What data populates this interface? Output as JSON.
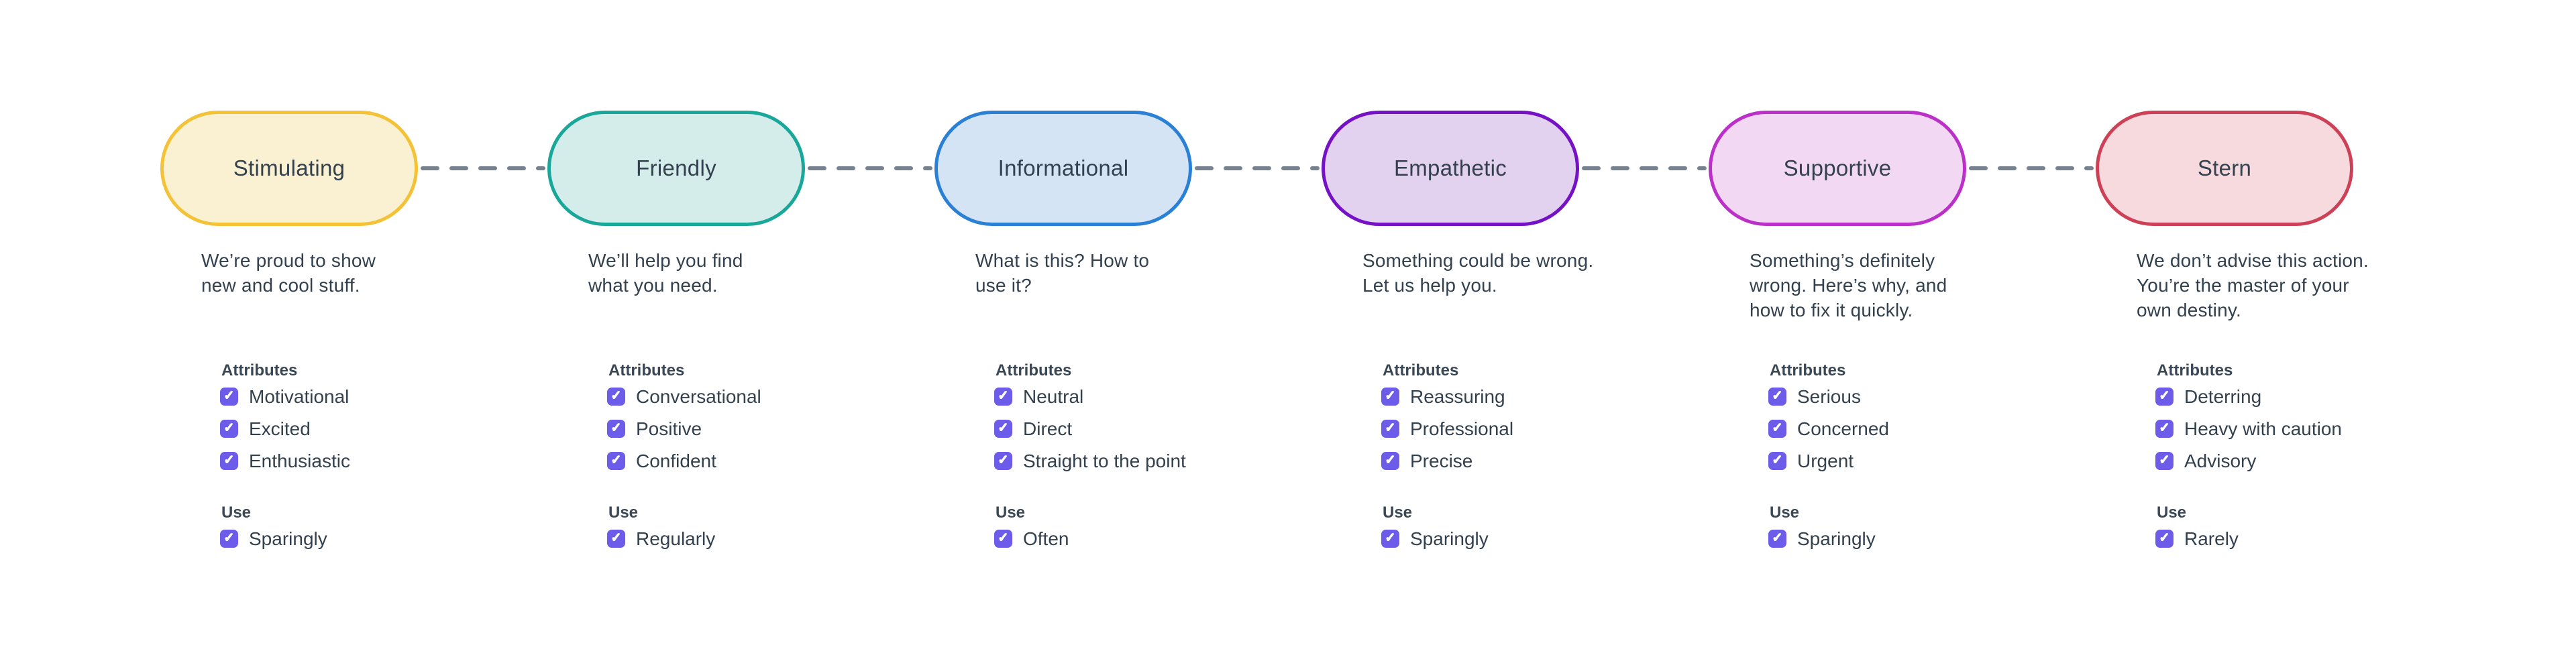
{
  "connector_color": "#76828F",
  "checkbox_color": "#6C5CE9",
  "check_glyph": "✓",
  "section_labels": {
    "attributes": "Attributes",
    "use": "Use"
  },
  "tones": [
    {
      "name": "Stimulating",
      "border_color": "#F4C236",
      "fill_color": "#FAF0D2",
      "description": [
        "We’re proud to show",
        "new and cool stuff."
      ],
      "attributes": [
        "Motivational",
        "Excited",
        "Enthusiastic"
      ],
      "use": "Sparingly"
    },
    {
      "name": "Friendly",
      "border_color": "#19A79A",
      "fill_color": "#D4ECEA",
      "description": [
        "We’ll help you find",
        "what you need."
      ],
      "attributes": [
        "Conversational",
        "Positive",
        "Confident"
      ],
      "use": "Regularly"
    },
    {
      "name": "Informational",
      "border_color": "#2980D5",
      "fill_color": "#D4E4F5",
      "description": [
        "What is this? How to",
        "use it?"
      ],
      "attributes": [
        "Neutral",
        "Direct",
        "Straight to the point"
      ],
      "use": "Often"
    },
    {
      "name": "Empathetic",
      "border_color": "#7512C6",
      "fill_color": "#E3D1F0",
      "description": [
        "Something could be wrong.",
        "Let us help you."
      ],
      "attributes": [
        "Reassuring",
        "Professional",
        "Precise"
      ],
      "use": "Sparingly"
    },
    {
      "name": "Supportive",
      "border_color": "#BB30C8",
      "fill_color": "#F3D8F3",
      "description": [
        "Something’s definitely",
        "wrong. Here’s why, and",
        "how to fix it quickly."
      ],
      "attributes": [
        "Serious",
        "Concerned",
        "Urgent"
      ],
      "use": "Sparingly"
    },
    {
      "name": "Stern",
      "border_color": "#CD4156",
      "fill_color": "#F7DADE",
      "description": [
        "We don’t advise this action.",
        "You’re the master of your",
        "own destiny."
      ],
      "attributes": [
        "Deterring",
        "Heavy with caution",
        "Advisory"
      ],
      "use": "Rarely"
    }
  ]
}
